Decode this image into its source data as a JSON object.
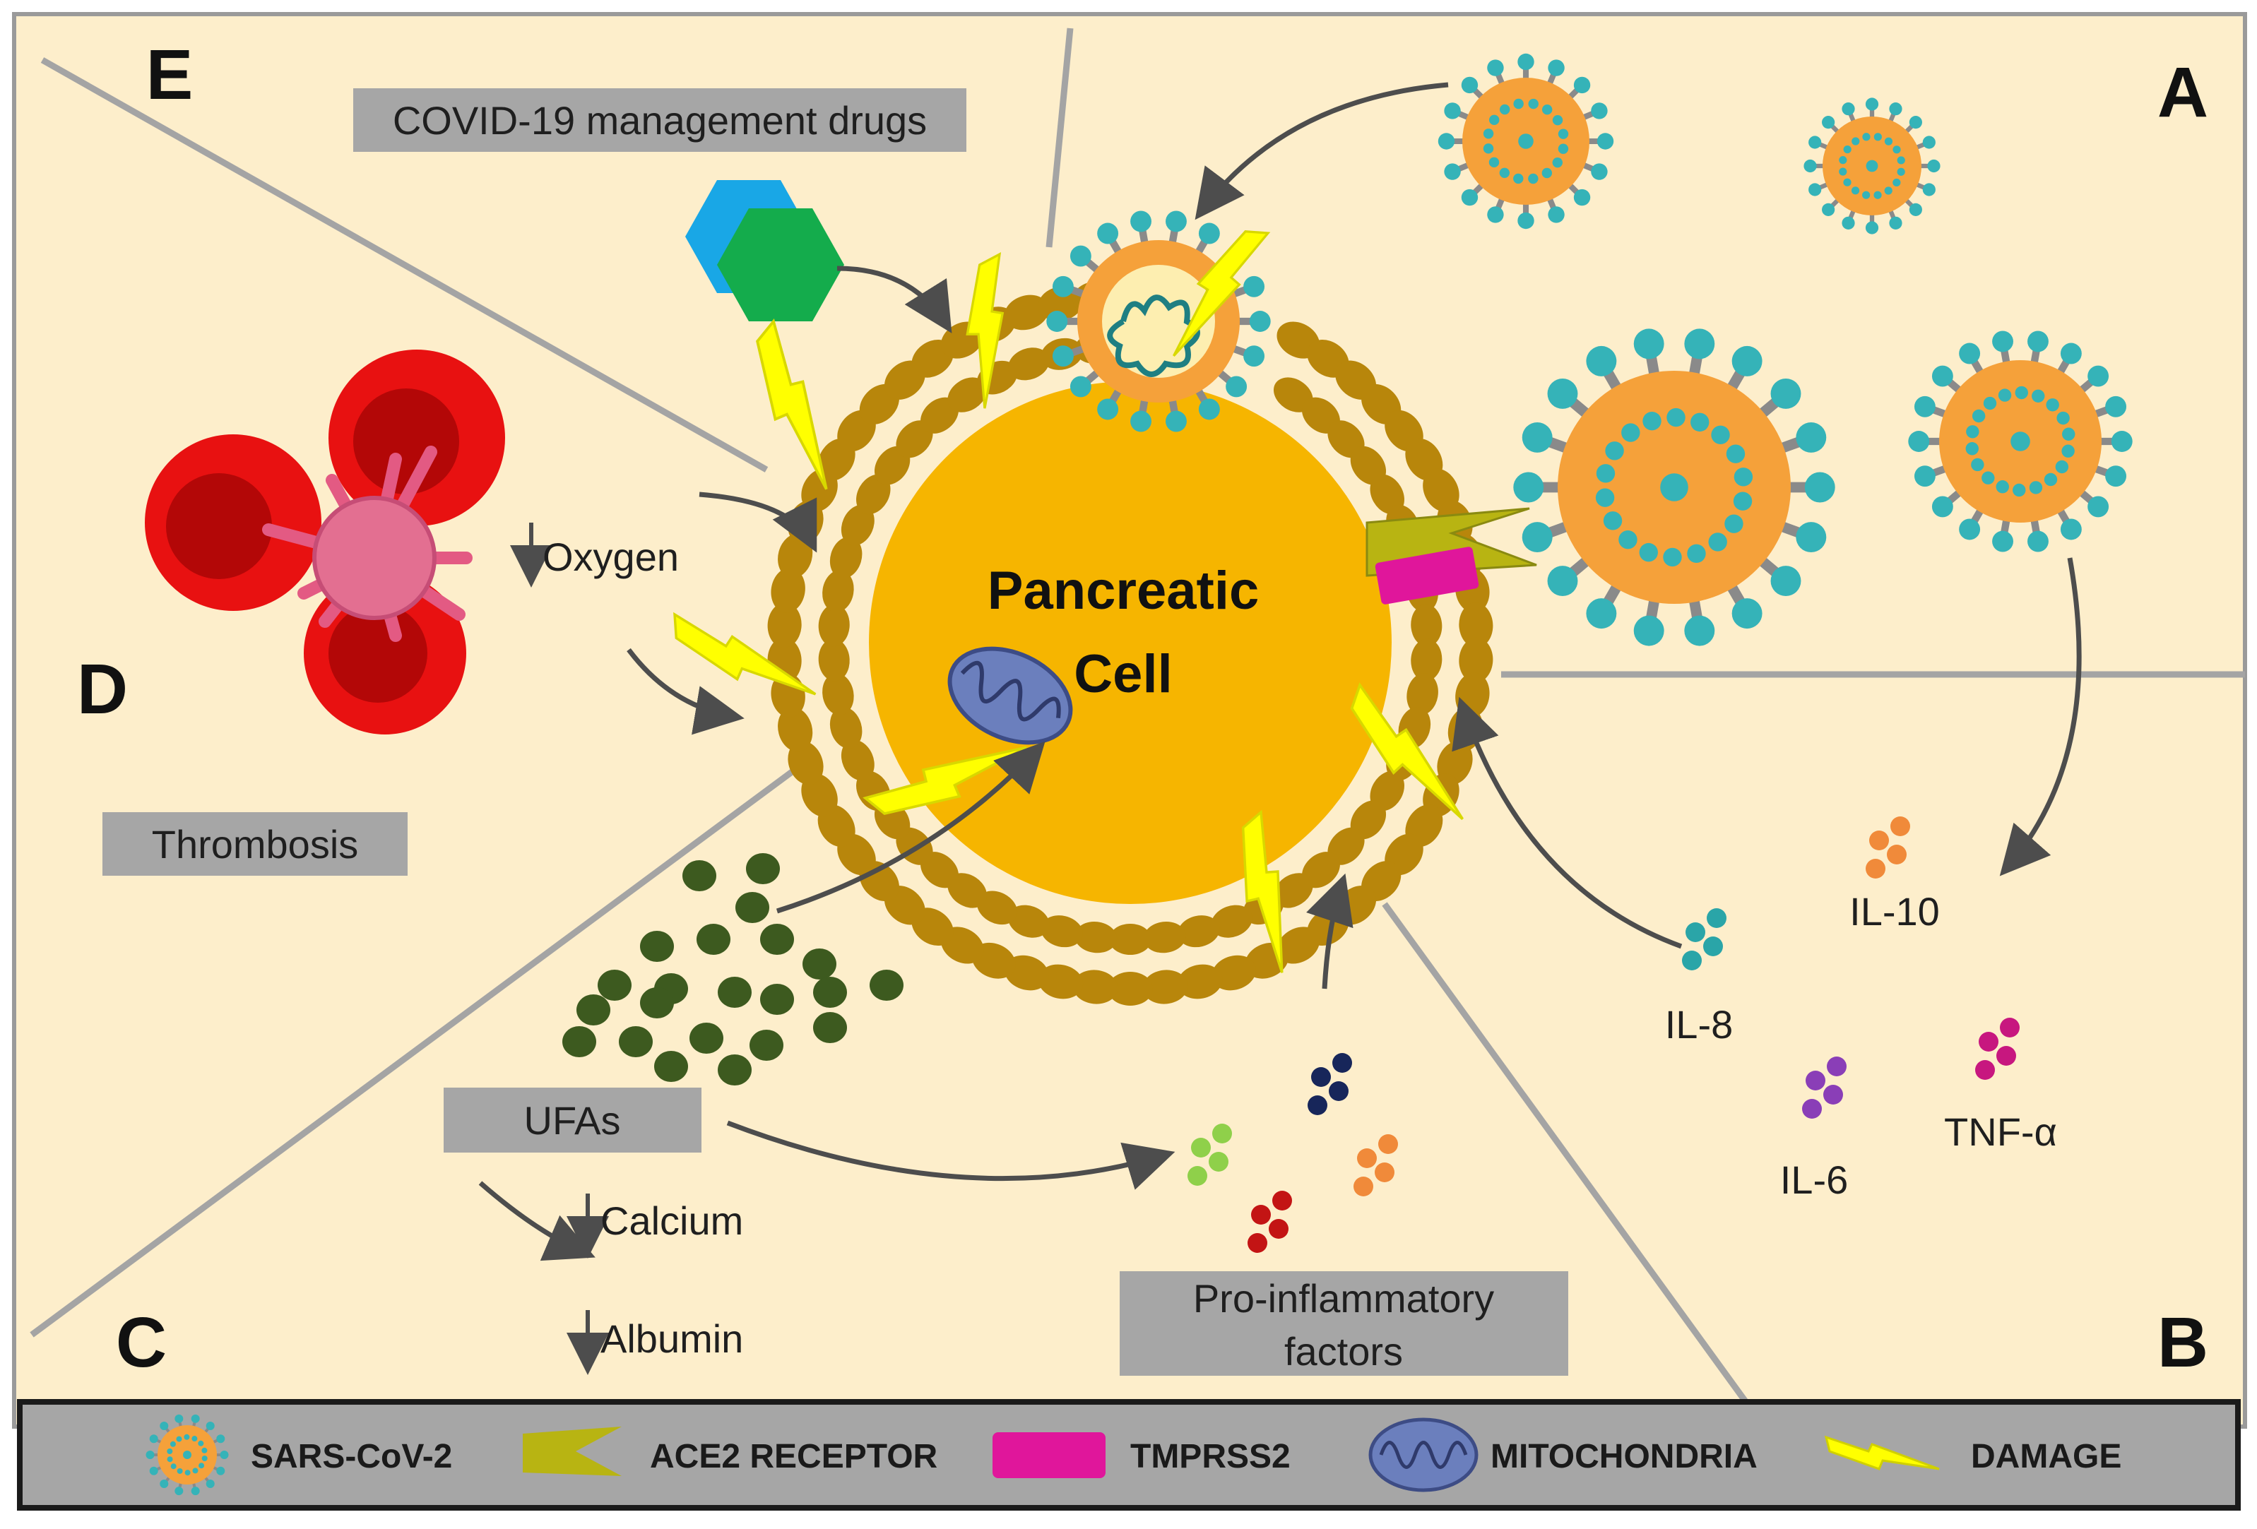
{
  "panels": {
    "a": "A",
    "b": "B",
    "c": "C",
    "d": "D",
    "e": "E"
  },
  "cell": {
    "line1": "Pancreatic",
    "line2": "Cell"
  },
  "labels": {
    "drugs": "COVID-19 management drugs",
    "oxygen": "Oxygen",
    "thrombosis": "Thrombosis",
    "ufas": "UFAs",
    "calcium": "Calcium",
    "albumin": "Albumin",
    "proinflammatory_1": "Pro-inflammatory",
    "proinflammatory_2": "factors",
    "il8": "IL-8",
    "il10": "IL-10",
    "il6": "IL-6",
    "tnf": "TNF-α"
  },
  "legend": {
    "sars": "SARS-CoV-2",
    "ace2": "ACE2 RECEPTOR",
    "tmprss2": "TMPRSS2",
    "mito": "MITOCHONDRIA",
    "damage": "DAMAGE"
  },
  "colors": {
    "background": "#fdeecb",
    "cell": "#f6b500",
    "membrane": "#b8860b",
    "virus_core": "#f5a13a",
    "virus_spike": "#35b3b8",
    "damage": "#ffff00",
    "ace2": "#b5b10f",
    "tmprss2": "#e0169b",
    "blood": "#e01010",
    "ufa_dots": "#3d5a1f",
    "label_box": "#a6a6a6"
  }
}
